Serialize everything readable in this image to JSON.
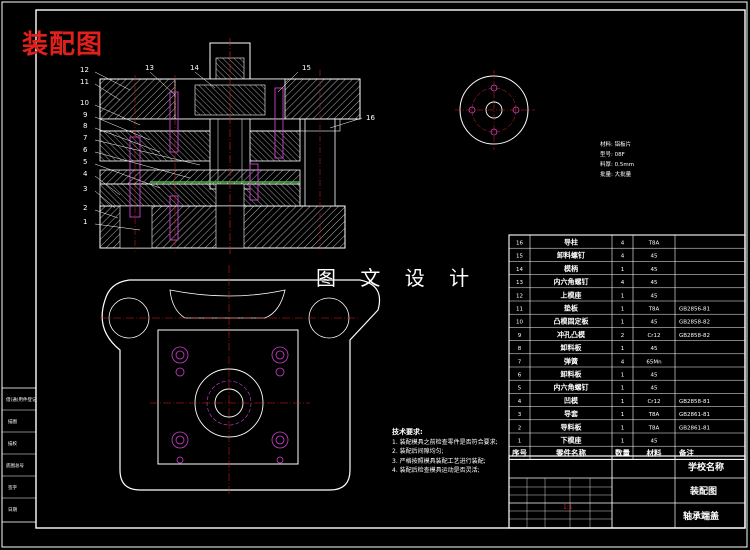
{
  "title": "装配图",
  "watermark": "图 文 设 计",
  "part_callouts": [
    "12",
    "11",
    "10",
    "9",
    "8",
    "7",
    "6",
    "5",
    "4",
    "3",
    "2",
    "1",
    "13",
    "14",
    "15",
    "16"
  ],
  "material_note": [
    "材料: 铝板片",
    "型号: 08F",
    "料厚: 0.5mm",
    "批量: 大批量"
  ],
  "tech_requirements": {
    "title": "技术要求:",
    "items": [
      "1. 装配模具之前检查零件是否符合要求;",
      "2. 装配后间隙均匀;",
      "3. 严格按照模具装配工艺进行装配;",
      "4. 装配后检查模具运动是否灵活;"
    ]
  },
  "bom": {
    "rows": [
      [
        "16",
        "导柱",
        "4",
        "T8A",
        ""
      ],
      [
        "15",
        "卸料螺钉",
        "4",
        "45",
        ""
      ],
      [
        "14",
        "模柄",
        "1",
        "45",
        ""
      ],
      [
        "13",
        "内六角螺钉",
        "4",
        "45",
        ""
      ],
      [
        "12",
        "上模座",
        "1",
        "45",
        ""
      ],
      [
        "11",
        "垫板",
        "1",
        "T8A",
        "GB2856-81"
      ],
      [
        "10",
        "凸模固定板",
        "1",
        "45",
        "GB2858-82"
      ],
      [
        "9",
        "冲孔凸模",
        "2",
        "Cr12",
        "GB2858-82"
      ],
      [
        "8",
        "卸料板",
        "1",
        "45",
        ""
      ],
      [
        "7",
        "弹簧",
        "4",
        "65Mn",
        ""
      ],
      [
        "6",
        "卸料板",
        "1",
        "45",
        ""
      ],
      [
        "5",
        "内六角螺钉",
        "1",
        "45",
        ""
      ],
      [
        "4",
        "凹模",
        "1",
        "Cr12",
        "GB2858-81"
      ],
      [
        "3",
        "导套",
        "1",
        "T8A",
        "GB2861-81"
      ],
      [
        "2",
        "导料板",
        "1",
        "T8A",
        "GB2861-81"
      ],
      [
        "1",
        "下模座",
        "1",
        "45",
        ""
      ]
    ],
    "header": [
      "序号",
      "零件名称",
      "数量",
      "材料",
      "备注"
    ]
  },
  "title_block": {
    "school": "学校名称",
    "drawing_type": "装配图",
    "part_name": "轴承端盖",
    "scale": "1:1"
  },
  "side_strip": [
    "借(通)用件登记",
    "描图",
    "描校",
    "底图总号",
    "签字",
    "日期"
  ],
  "colors": {
    "background": "#000000",
    "title": "#e0201c",
    "line": "#ffffff",
    "center": "#e0201c",
    "part_color": "#d040d0"
  }
}
